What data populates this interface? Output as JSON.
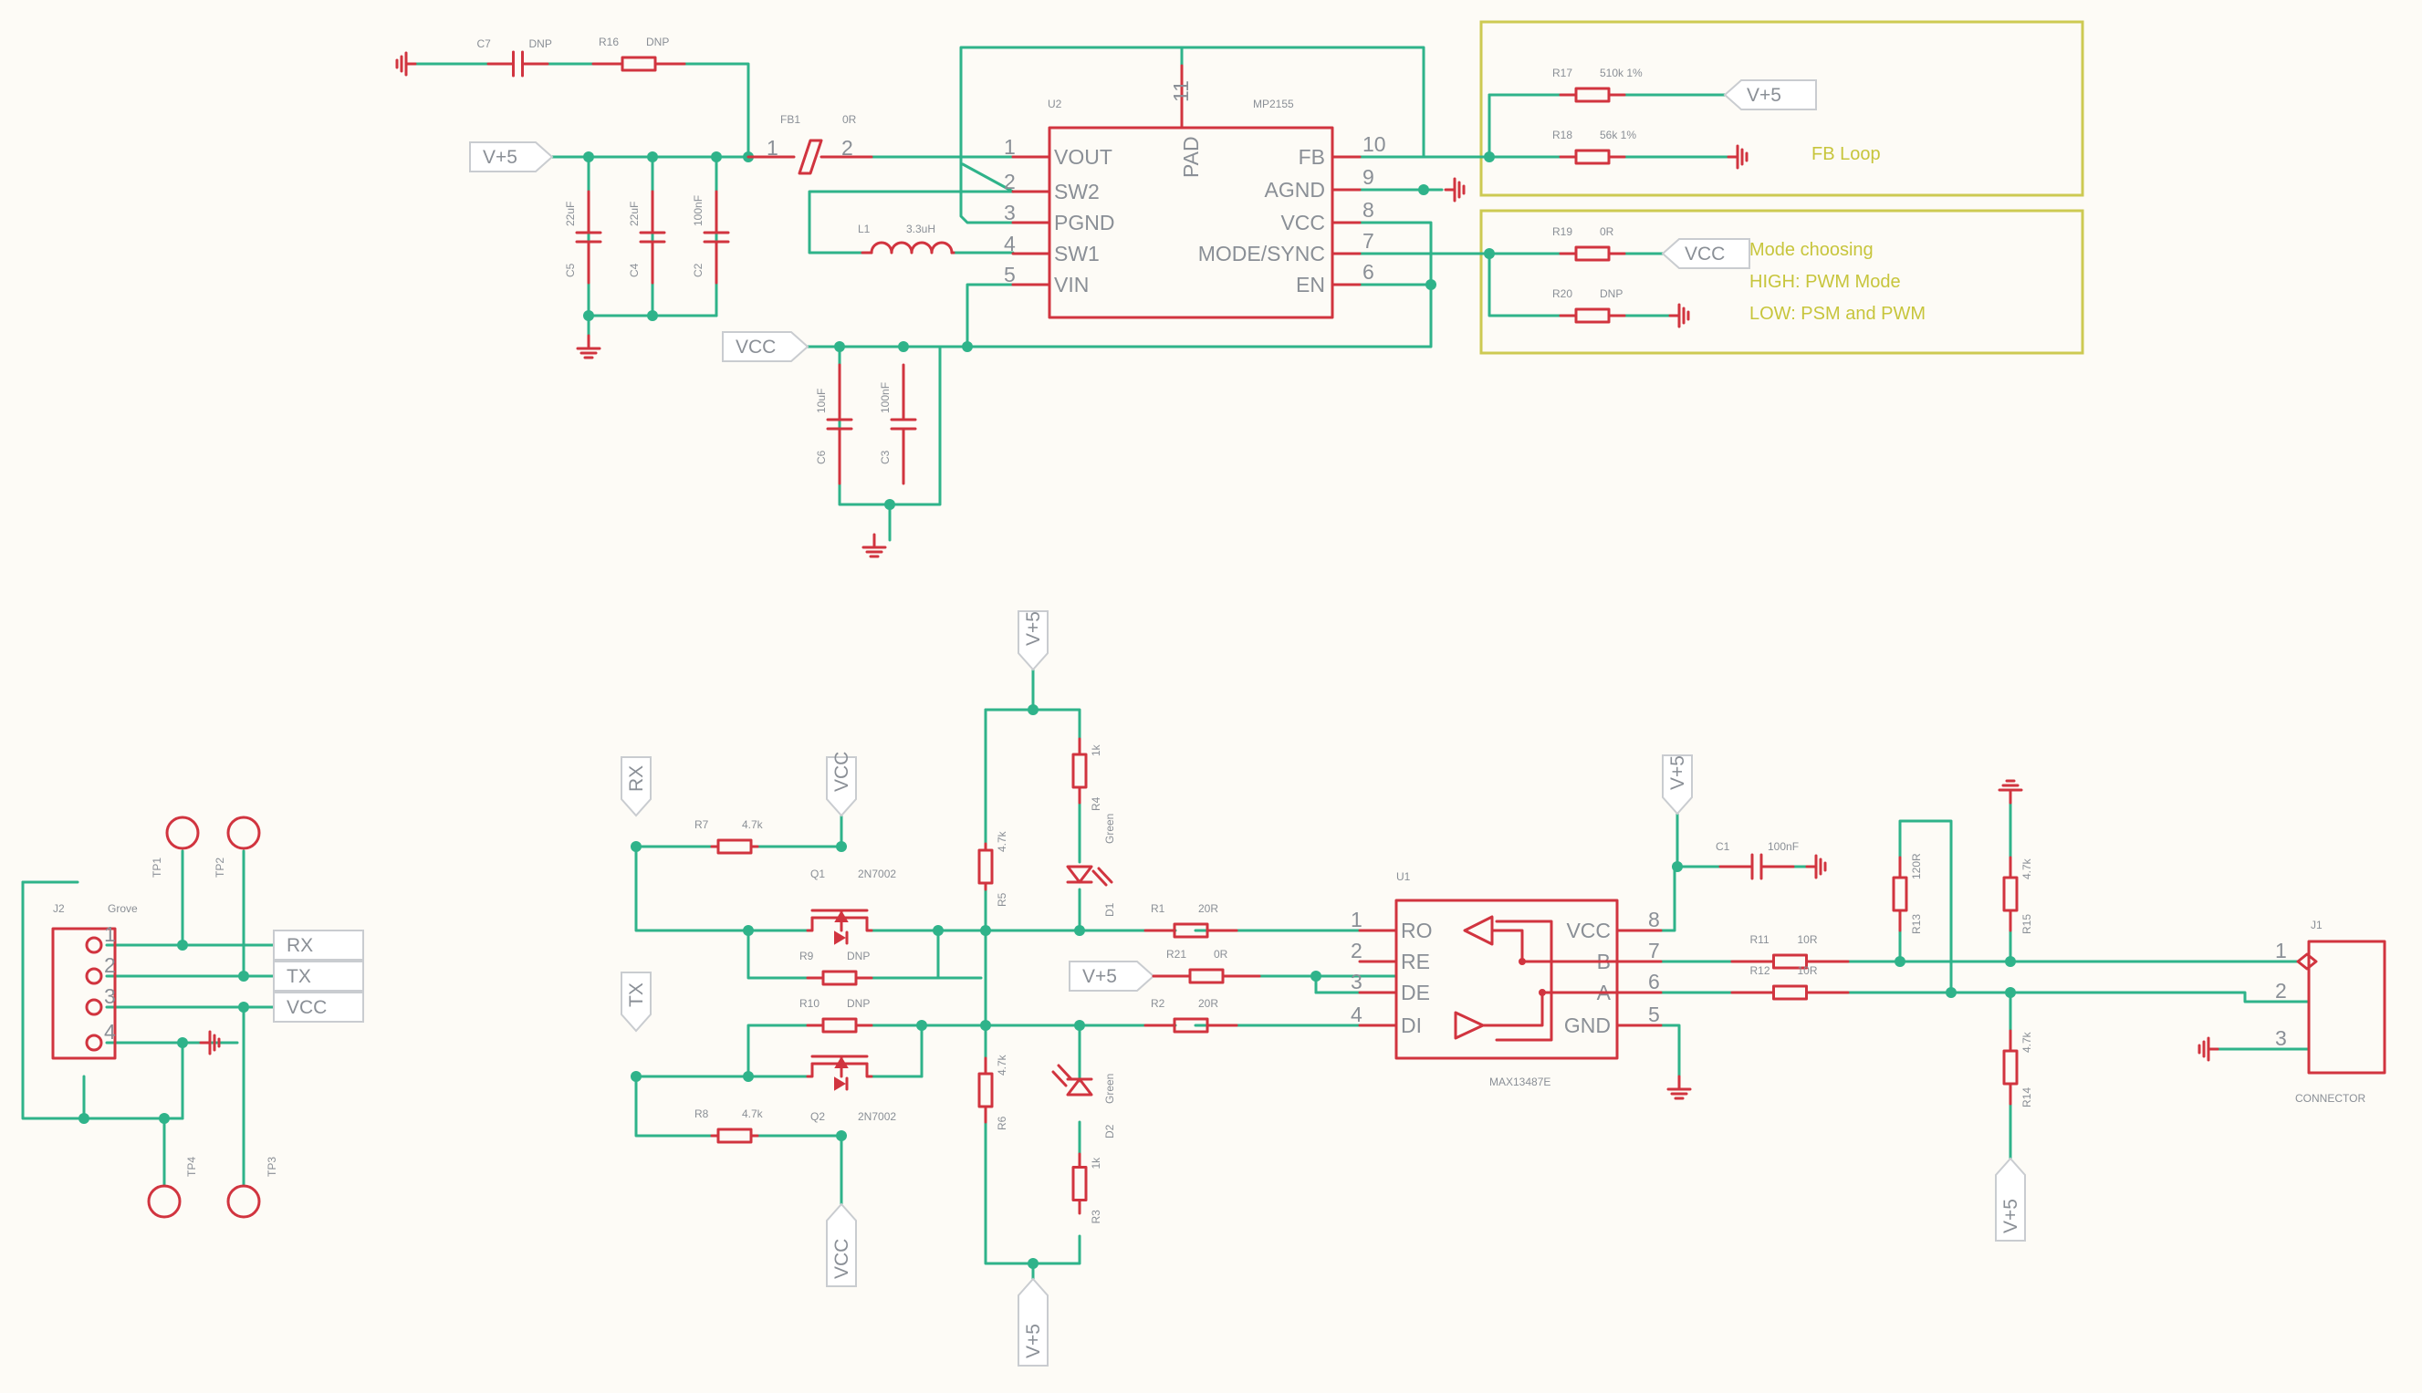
{
  "chips": {
    "u2": {
      "ref": "U2",
      "value": "MP2155",
      "pins_left": [
        {
          "num": "1",
          "name": "VOUT"
        },
        {
          "num": "2",
          "name": "SW2"
        },
        {
          "num": "3",
          "name": "PGND"
        },
        {
          "num": "4",
          "name": "SW1"
        },
        {
          "num": "5",
          "name": "VIN"
        }
      ],
      "pins_right": [
        {
          "num": "10",
          "name": "FB"
        },
        {
          "num": "9",
          "name": "AGND"
        },
        {
          "num": "8",
          "name": "VCC"
        },
        {
          "num": "7",
          "name": "MODE/SYNC"
        },
        {
          "num": "6",
          "name": "EN"
        }
      ],
      "pad": {
        "num": "11",
        "name": "PAD"
      }
    },
    "u1": {
      "ref": "U1",
      "value": "MAX13487E",
      "pins_left": [
        {
          "num": "1",
          "name": "RO"
        },
        {
          "num": "2",
          "name": "RE"
        },
        {
          "num": "3",
          "name": "DE"
        },
        {
          "num": "4",
          "name": "DI"
        }
      ],
      "pins_right": [
        {
          "num": "8",
          "name": "VCC"
        },
        {
          "num": "7",
          "name": "B"
        },
        {
          "num": "6",
          "name": "A"
        },
        {
          "num": "5",
          "name": "GND"
        }
      ]
    }
  },
  "parts": {
    "c7": {
      "ref": "C7",
      "value": "DNP"
    },
    "r16": {
      "ref": "R16",
      "value": "DNP"
    },
    "fb1": {
      "ref": "FB1",
      "value": "0R",
      "pin1": "1",
      "pin2": "2"
    },
    "c5": {
      "ref": "C5",
      "value": "22uF"
    },
    "c4": {
      "ref": "C4",
      "value": "22uF"
    },
    "c2": {
      "ref": "C2",
      "value": "100nF"
    },
    "l1": {
      "ref": "L1",
      "value": "3.3uH"
    },
    "c6": {
      "ref": "C6",
      "value": "10uF"
    },
    "c3": {
      "ref": "C3",
      "value": "100nF"
    },
    "r17": {
      "ref": "R17",
      "value": "510k 1%"
    },
    "r18": {
      "ref": "R18",
      "value": "56k 1%"
    },
    "r19": {
      "ref": "R19",
      "value": "0R"
    },
    "r20": {
      "ref": "R20",
      "value": "DNP"
    },
    "r7": {
      "ref": "R7",
      "value": "4.7k"
    },
    "q1": {
      "ref": "Q1",
      "value": "2N7002"
    },
    "r9": {
      "ref": "R9",
      "value": "DNP"
    },
    "r10": {
      "ref": "R10",
      "value": "DNP"
    },
    "q2": {
      "ref": "Q2",
      "value": "2N7002"
    },
    "r8": {
      "ref": "R8",
      "value": "4.7k"
    },
    "r5": {
      "ref": "R5",
      "value": "4.7k"
    },
    "r4": {
      "ref": "R4",
      "value": "1k"
    },
    "d1": {
      "ref": "D1",
      "value": "Green"
    },
    "r6": {
      "ref": "R6",
      "value": "4.7k"
    },
    "d2": {
      "ref": "D2",
      "value": "Green"
    },
    "r3": {
      "ref": "R3",
      "value": "1k"
    },
    "r1": {
      "ref": "R1",
      "value": "20R"
    },
    "r2": {
      "ref": "R2",
      "value": "20R"
    },
    "r21": {
      "ref": "R21",
      "value": "0R"
    },
    "c1": {
      "ref": "C1",
      "value": "100nF"
    },
    "r11": {
      "ref": "R11",
      "value": "10R"
    },
    "r12": {
      "ref": "R12",
      "value": "10R"
    },
    "r13": {
      "ref": "R13",
      "value": "120R"
    },
    "r15": {
      "ref": "R15",
      "value": "4.7k"
    },
    "r14": {
      "ref": "R14",
      "value": "4.7k"
    },
    "j1": {
      "ref": "J1",
      "value": "CONNECTOR",
      "pins": [
        "1",
        "2",
        "3"
      ]
    },
    "j2": {
      "ref": "J2",
      "value": "Grove",
      "pins": [
        "1",
        "2",
        "3",
        "4"
      ]
    },
    "tp1": {
      "ref": "TP1"
    },
    "tp2": {
      "ref": "TP2"
    },
    "tp3": {
      "ref": "TP3"
    },
    "tp4": {
      "ref": "TP4"
    }
  },
  "flags": {
    "vplus": "V+5",
    "vcc": "VCC",
    "rx": "RX",
    "tx": "TX"
  },
  "notes": {
    "fb_loop": "FB Loop",
    "mode_title": "Mode choosing",
    "mode_high": "HIGH: PWM Mode",
    "mode_low": "LOW: PSM and PWM"
  },
  "colors": {
    "wire": "#2fb38a",
    "part": "#d1343f",
    "text": "#8a8f96",
    "note": "#c7c53c",
    "background": "#fdfbf6"
  }
}
